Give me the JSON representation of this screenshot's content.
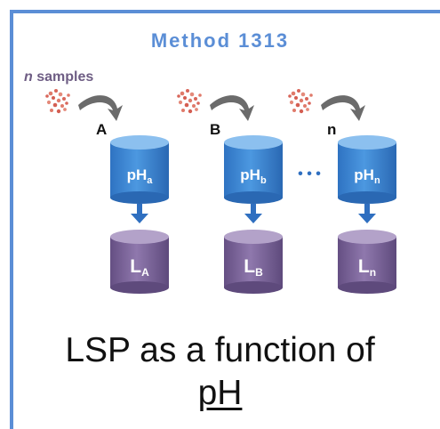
{
  "title": "Method 1313",
  "samples_label_italic": "n",
  "samples_label_rest": " samples",
  "columns": [
    {
      "letter": "A",
      "ph_main": "pH",
      "ph_sub": "a",
      "l_main": "L",
      "l_sub": "A"
    },
    {
      "letter": "B",
      "ph_main": "pH",
      "ph_sub": "b",
      "l_main": "L",
      "l_sub": "B"
    },
    {
      "letter": "n",
      "ph_main": "pH",
      "ph_sub": "n",
      "l_main": "L",
      "l_sub": "n"
    }
  ],
  "ellipsis": "• • •",
  "caption_line1": "LSP as a function of",
  "caption_line2": "pH",
  "colors": {
    "border": "#5b8ed6",
    "title": "#5b8ed6",
    "ph_cylinder": "#3f86d4",
    "leachate_cylinder": "#7d6799",
    "arrow": "#2f6fc0",
    "particles": "#e07a6a",
    "curved_arrow": "#6b6b6b"
  }
}
